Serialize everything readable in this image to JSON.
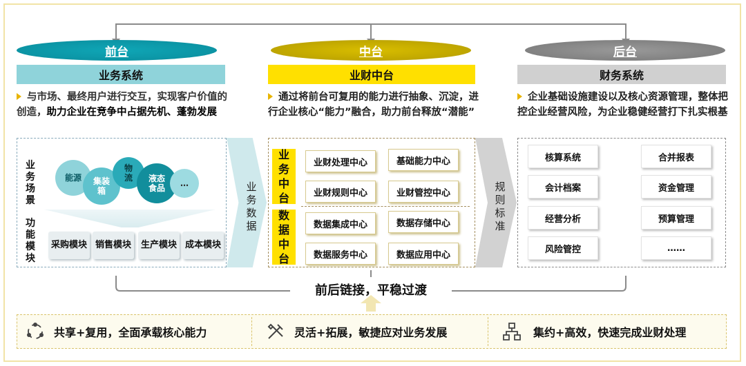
{
  "columns": {
    "front": {
      "title": "前台",
      "system": "业务系统",
      "desc_plain": "与市场、最终用户进行交互，实现客户价值的创造，",
      "desc_bold": "助力企业在竞争中占据先机、蓬勃发展"
    },
    "middle": {
      "title": "中台",
      "system": "业财中台",
      "desc_plain": "通过将前台可复用的能力进行抽象、沉淀，进行企业核心“能力”融合，助力前台释放“潜能”"
    },
    "back": {
      "title": "后台",
      "system": "财务系统",
      "desc_plain": "企业基础设施建设以及核心资源管理，整体把控企业经营风险，",
      "desc_bold": "为企业稳健经营打下扎实根基"
    }
  },
  "front_panel": {
    "scenario_label": "业务场景",
    "module_label": "功能模块",
    "bubbles": [
      "能源",
      "集装箱",
      "物流",
      "液态食品",
      "…"
    ],
    "modules": [
      "采购模块",
      "销售模块",
      "生产模块",
      "成本模块"
    ]
  },
  "arrow_left": "业务数据",
  "arrow_right": "规则标准",
  "middle_panel": {
    "group1": "业务中台",
    "group2": "数据中台",
    "g1_items": [
      "业财处理中心",
      "基础能力中心",
      "业财规则中心",
      "业财管控中心"
    ],
    "g2_items": [
      "数据集成中心",
      "数据存储中心",
      "数据服务中心",
      "数据应用中心"
    ]
  },
  "back_panel": {
    "items": [
      "核算系统",
      "合并报表",
      "会计档案",
      "资金管理",
      "经营分析",
      "预算管理",
      "风险管控",
      "……"
    ]
  },
  "link_text": "前后链接，平稳过渡",
  "features": [
    "共享+复用，全面承载核心能力",
    "灵活+拓展，敏捷应对业务发展",
    "集约+高效，快速完成业财处理"
  ],
  "icons": [
    "share-cycle-icon",
    "tools-icon",
    "hierarchy-icon"
  ],
  "colors": {
    "front": "#0e9fb0",
    "middle": "#e0c000",
    "back": "#8c8c8c",
    "front_bar": "#8fd3da",
    "middle_bar": "#ffe000",
    "back_bar": "#d0d0d0"
  }
}
